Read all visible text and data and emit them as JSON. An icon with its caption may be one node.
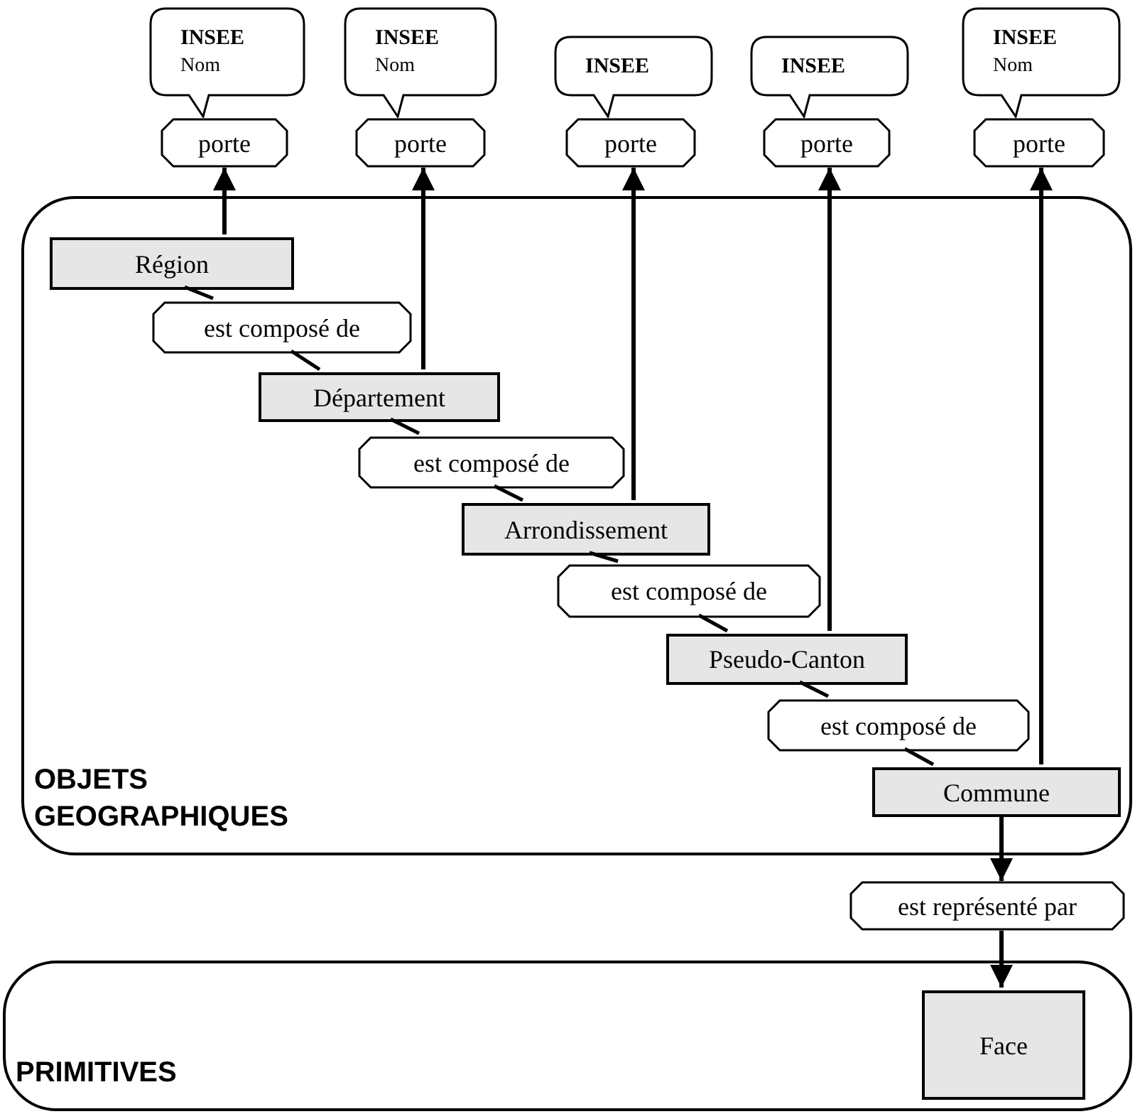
{
  "diagram": {
    "nodes": [
      {
        "text": [
          "OBJETS GEOGRAPHIQUES"
        ]
      },
      {
        "text": [
          "Région"
        ],
        "in": 0
      },
      {
        "text": [
          "est composé de"
        ],
        "in": 0
      },
      {
        "text": [
          "Département"
        ],
        "in": 0
      },
      {
        "text": [
          "est composé de"
        ],
        "in": 0
      },
      {
        "text": [
          "Arrondissement"
        ],
        "in": 0
      },
      {
        "text": [
          "est composé de"
        ],
        "in": 0
      },
      {
        "text": [
          "Pseudo-Canton"
        ],
        "in": 0
      },
      {
        "text": [
          "est composé de"
        ],
        "in": 0
      },
      {
        "text": [
          "Commune"
        ],
        "in": 0
      },
      {
        "text": [
          "est représenté par"
        ]
      },
      {
        "text": [
          "PRIMITIVES"
        ]
      },
      {
        "text": [
          "Face"
        ],
        "in": 11
      },
      {
        "text": [
          "porte"
        ]
      },
      {
        "text": [
          "porte"
        ]
      },
      {
        "text": [
          "porte"
        ]
      },
      {
        "text": [
          "porte"
        ]
      },
      {
        "text": [
          "porte"
        ]
      },
      {
        "text": [
          "INSEE",
          "Nom"
        ]
      },
      {
        "text": [
          "INSEE",
          "Nom"
        ]
      },
      {
        "text": [
          "INSEE"
        ]
      },
      {
        "text": [
          "INSEE"
        ]
      },
      {
        "text": [
          "INSEE",
          "Nom"
        ]
      }
    ],
    "edges": [
      {
        "from": 1,
        "to": 13,
        "arrow": "to"
      },
      {
        "from": 3,
        "to": 14,
        "arrow": "to"
      },
      {
        "from": 5,
        "to": 15,
        "arrow": "to"
      },
      {
        "from": 7,
        "to": 16,
        "arrow": "to"
      },
      {
        "from": 9,
        "to": 17,
        "arrow": "to"
      },
      {
        "from": 1,
        "to": 2,
        "arrow": "none"
      },
      {
        "from": 2,
        "to": 3,
        "arrow": "none"
      },
      {
        "from": 3,
        "to": 4,
        "arrow": "none"
      },
      {
        "from": 4,
        "to": 5,
        "arrow": "none"
      },
      {
        "from": 5,
        "to": 6,
        "arrow": "none"
      },
      {
        "from": 6,
        "to": 7,
        "arrow": "none"
      },
      {
        "from": 7,
        "to": 8,
        "arrow": "none"
      },
      {
        "from": 8,
        "to": 9,
        "arrow": "none"
      },
      {
        "from": 9,
        "to": 10,
        "arrow": "to"
      },
      {
        "from": 10,
        "to": 12,
        "arrow": "to"
      }
    ]
  }
}
